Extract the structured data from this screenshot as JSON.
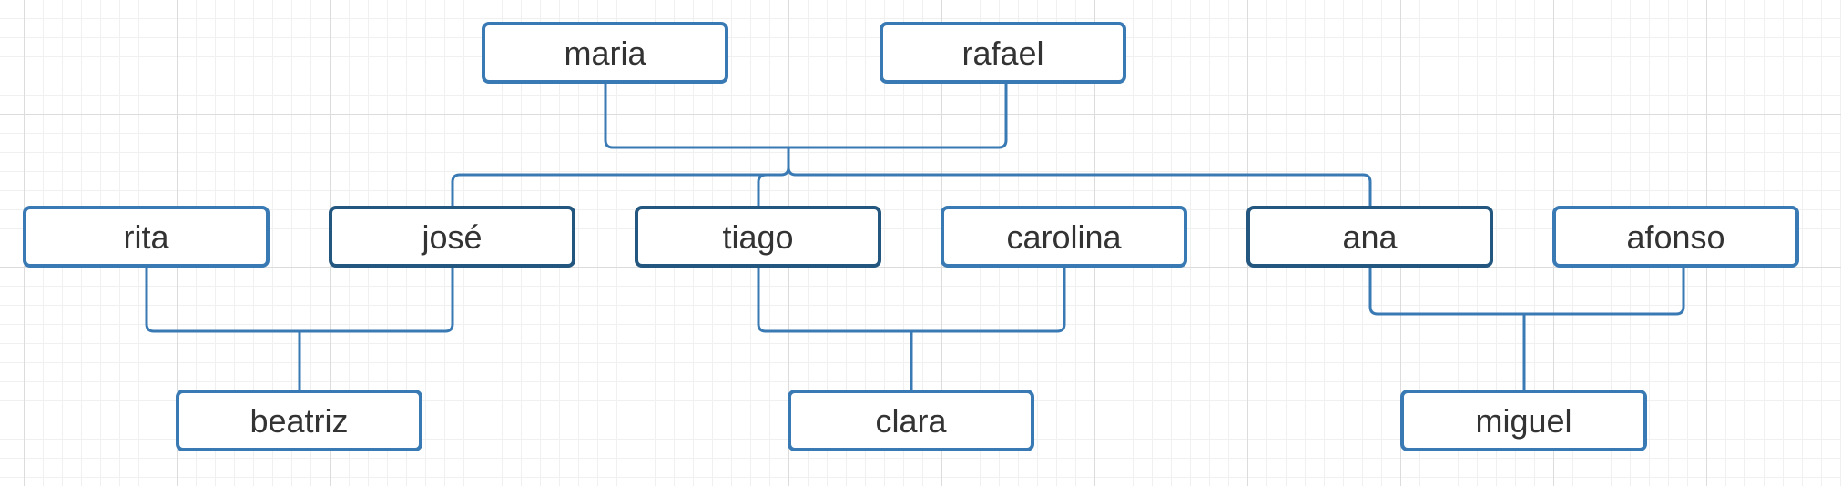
{
  "diagram": {
    "line_color": "#3a7ab4",
    "selected_border_color": "#23577f",
    "nodes": {
      "maria": "maria",
      "rafael": "rafael",
      "rita": "rita",
      "jose": "josé",
      "tiago": "tiago",
      "carolina": "carolina",
      "ana": "ana",
      "afonso": "afonso",
      "beatriz": "beatriz",
      "clara": "clara",
      "miguel": "miguel"
    },
    "unions": [
      {
        "parents": [
          "maria",
          "rafael"
        ],
        "children": [
          "jose",
          "tiago",
          "ana"
        ]
      },
      {
        "parents": [
          "rita",
          "jose"
        ],
        "children": [
          "beatriz"
        ]
      },
      {
        "parents": [
          "tiago",
          "carolina"
        ],
        "children": [
          "clara"
        ]
      },
      {
        "parents": [
          "ana",
          "afonso"
        ],
        "children": [
          "miguel"
        ]
      }
    ],
    "selected": [
      "jose",
      "tiago",
      "ana"
    ]
  }
}
